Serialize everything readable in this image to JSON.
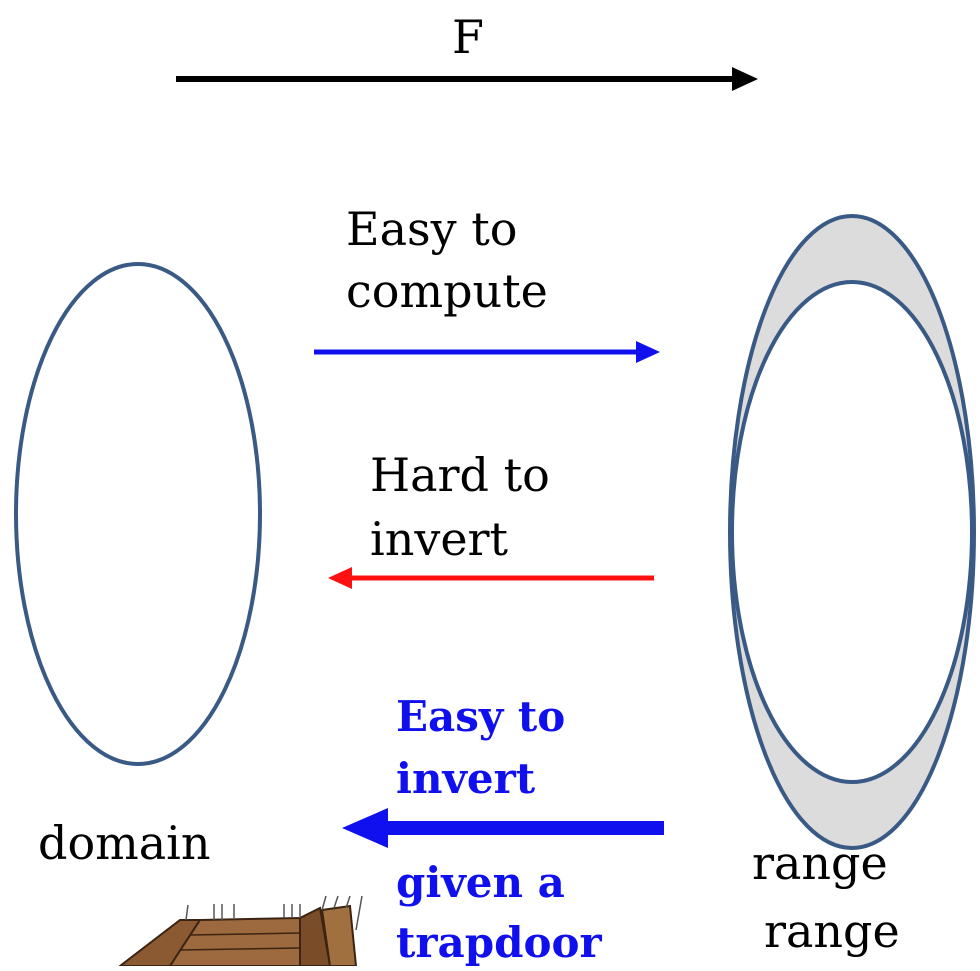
{
  "top_label": "F",
  "arrows": {
    "compute": {
      "line1": "Easy to",
      "line2": "compute",
      "color": "#1010ee"
    },
    "hard": {
      "line1": "Hard to",
      "line2": "invert",
      "color": "#ff1010"
    },
    "trapdoor": {
      "line1": "Easy to",
      "line2": "invert",
      "line3": "given a",
      "line4": "trapdoor",
      "color": "#1010ee"
    }
  },
  "domain_label": "domain",
  "range_labels": [
    "range",
    "range"
  ],
  "colors": {
    "ellipse_stroke": "#3a5a86",
    "range_fill": "#dcdcdc",
    "wood": "#8b5a33"
  }
}
